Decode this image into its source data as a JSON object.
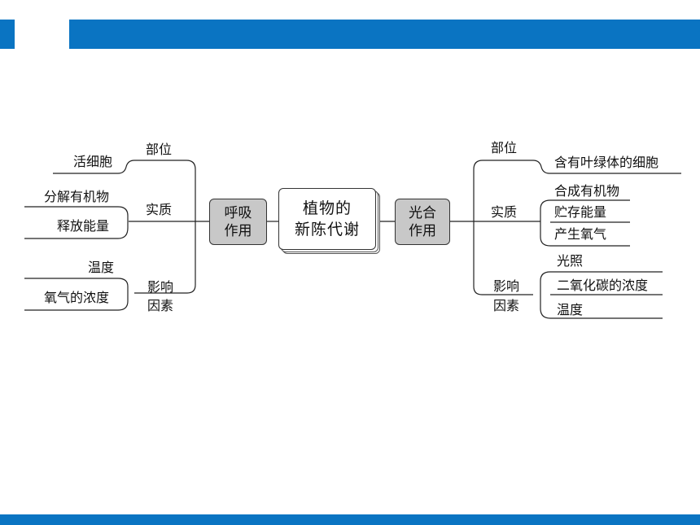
{
  "center": {
    "line1": "植物的",
    "line2": "新陈代谢"
  },
  "respiration": {
    "box": {
      "line1": "呼吸",
      "line2": "作用"
    },
    "site": {
      "label": "部位",
      "item": "活细胞"
    },
    "essence": {
      "label": "实质",
      "items": [
        "分解有机物",
        "释放能量"
      ]
    },
    "factors": {
      "label1": "影响",
      "label2": "因素",
      "items": [
        "温度",
        "氧气的浓度"
      ]
    }
  },
  "photosynthesis": {
    "box": {
      "line1": "光合",
      "line2": "作用"
    },
    "site": {
      "label": "部位",
      "item": "含有叶绿体的细胞"
    },
    "essence": {
      "label": "实质",
      "items": [
        "合成有机物",
        "贮存能量",
        "产生氧气"
      ]
    },
    "factors": {
      "label1": "影响",
      "label2": "因素",
      "items": [
        "光照",
        "二氧化碳的浓度",
        "温度"
      ]
    }
  },
  "colors": {
    "accent": "#0a74c2",
    "box_gray": "#c8c8c8"
  }
}
